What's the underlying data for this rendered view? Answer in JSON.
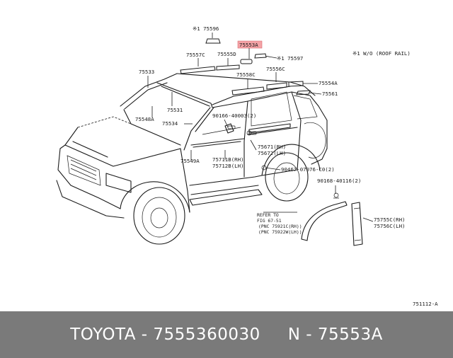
{
  "labels": {
    "note": "※1  W/O (ROOF RAIL)",
    "p75596": "※1  75596",
    "p75553a": "75553A",
    "p75597": "※1 75597",
    "p75557c": "75557C",
    "p75555d": "75555D",
    "p75533": "75533",
    "p75558c": "75558C",
    "p75556c": "75556C",
    "p75554a": "75554A",
    "p75561": "75561",
    "p75531": "75531",
    "p90166": "90166-40003(2)",
    "p75548a": "75548A",
    "p75534": "75534",
    "p75671": "75671(RH)",
    "p75672": "75672(LH)",
    "p75549a": "75549A",
    "p75711b": "75711B(RH)",
    "p75712b": "75712B(LH)",
    "p90467": "90467-07076-C0(2)",
    "p90168": "90168-40116(2)",
    "refer1": "REFER TO",
    "refer2": "FIG 67-51",
    "refer3": "(PNC 75921C(RH))",
    "refer4": "(PNC 75922W(LH))",
    "p75755c": "75755C(RH)",
    "p75756c": "75756C(LH)",
    "fig": "751112-A"
  },
  "footer": {
    "text": "TOYOTA - 7555360030     N - 75553A"
  },
  "colors": {
    "highlight": "#f4a3a6",
    "footer_bg": "#7a7a7a",
    "footer_text": "#ffffff"
  }
}
